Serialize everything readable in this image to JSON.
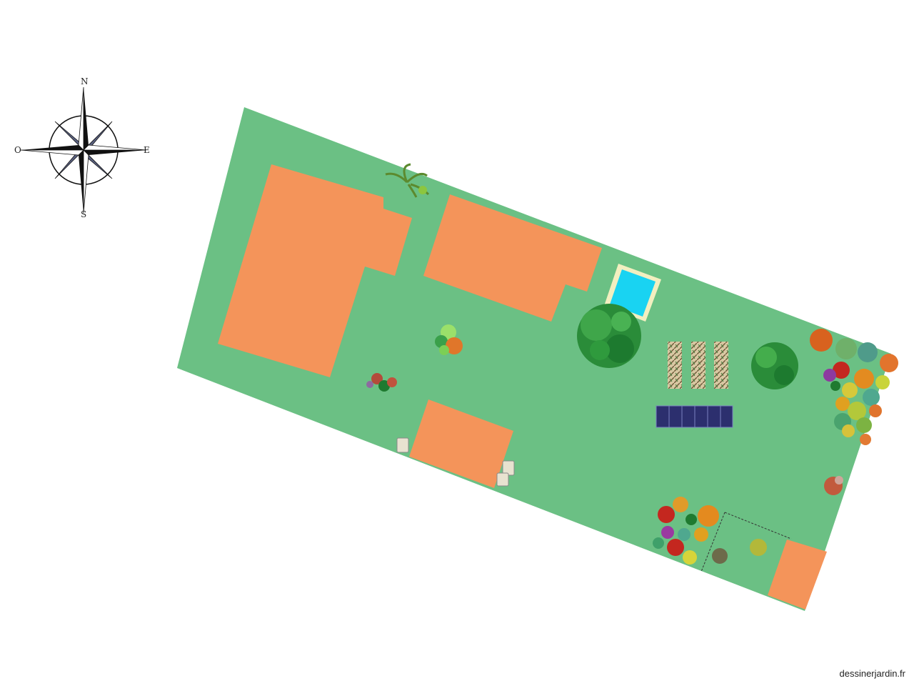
{
  "compass": {
    "north": "N",
    "south": "S",
    "east": "E",
    "west": "O"
  },
  "watermark": "dessinerjardin.fr",
  "colors": {
    "lawn": "#6bc084",
    "building": "#f4945a",
    "pool_water": "#19d3f2",
    "pool_border": "#f2efc0",
    "solar_panel": "#2c2f6e",
    "shrub_dark": "#1f8a33",
    "shrub_mid": "#43a83f"
  },
  "icons": [
    "compass-rose-icon",
    "palm-tree-icon",
    "pool-icon",
    "tree-icon",
    "flower-bed-icon",
    "raised-bed-icon",
    "solar-panel-icon",
    "chair-icon",
    "measure-line-icon"
  ]
}
